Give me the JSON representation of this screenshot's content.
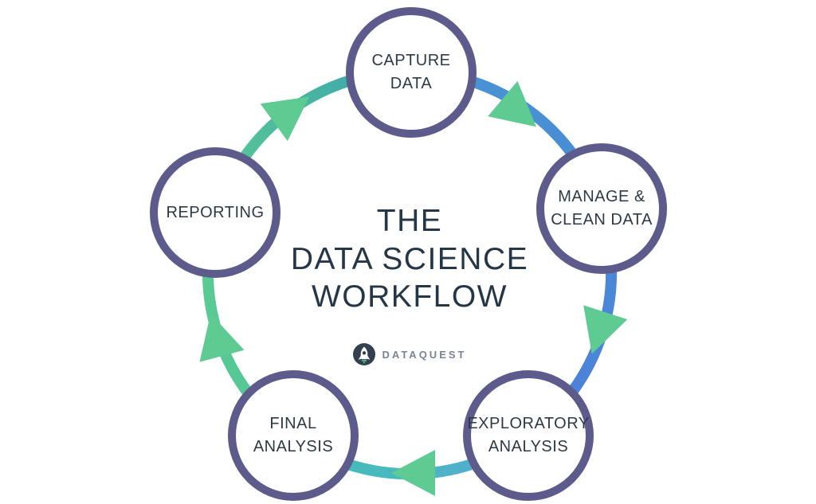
{
  "page": {
    "background": "#ffffff",
    "kind": "circular workflow diagram"
  },
  "title": {
    "text": "THE\nDATA SCIENCE\nWORKFLOW",
    "color": "#253746"
  },
  "brand": {
    "name": "DATAQUEST",
    "wordmark_color": "#7a8494",
    "icon": "rocket-badge-icon",
    "icon_bg": "#33404e",
    "icon_rocket": "#ffffff",
    "icon_flame": "#58c28d"
  },
  "workflow": {
    "direction": "clockwise",
    "nodes": [
      {
        "id": "capture-data",
        "label": "CAPTURE\nDATA"
      },
      {
        "id": "manage-clean-data",
        "label": "MANAGE &\nCLEAN DATA"
      },
      {
        "id": "exploratory-analysis",
        "label": "EXPLORATORY\nANALYSIS"
      },
      {
        "id": "final-analysis",
        "label": "FINAL\nANALYSIS"
      },
      {
        "id": "reporting",
        "label": "REPORTING"
      }
    ],
    "style": {
      "node_border_color": "#5c5b8b",
      "node_fill": "#ffffff",
      "label_color": "#2c3a47",
      "arrow_color": "#5ecb93",
      "arc_blue": "#4a87d8",
      "arc_teal": "#3ba4ad",
      "arc_cyan": "#49b9c1",
      "arc_green": "#5bcb93"
    }
  }
}
